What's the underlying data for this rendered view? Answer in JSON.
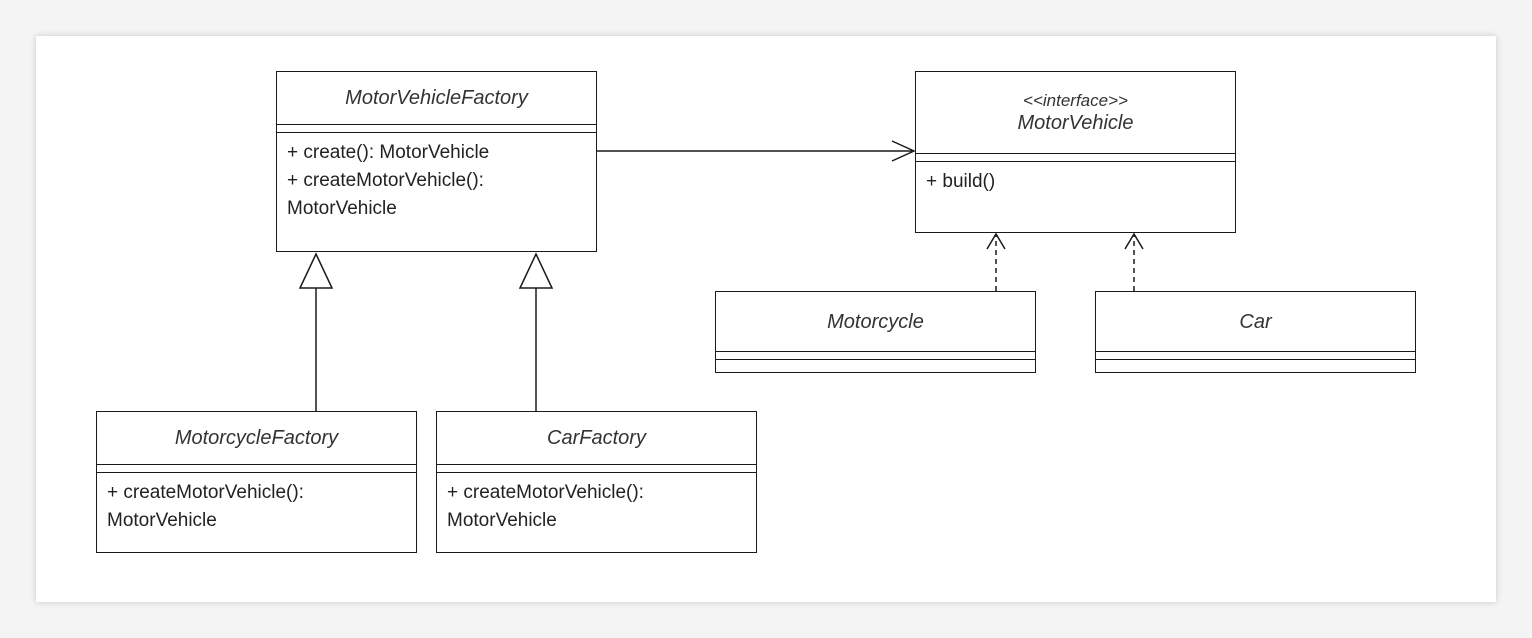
{
  "colors": {
    "background": "#f4f4f4",
    "canvas": "#ffffff",
    "stroke": "#1a1a1a",
    "text": "#222222"
  },
  "classes": {
    "motor_vehicle_factory": {
      "name": "MotorVehicleFactory",
      "operations": [
        "+ create(): MotorVehicle",
        "+ createMotorVehicle():",
        "MotorVehicle"
      ]
    },
    "motor_vehicle": {
      "stereotype": "<<interface>>",
      "name": "MotorVehicle",
      "operations": [
        "+ build()"
      ]
    },
    "motorcycle_factory": {
      "name": "MotorcycleFactory",
      "operations": [
        "+ createMotorVehicle():",
        "MotorVehicle"
      ]
    },
    "car_factory": {
      "name": "CarFactory",
      "operations": [
        "+ createMotorVehicle():",
        "MotorVehicle"
      ]
    },
    "motorcycle": {
      "name": "Motorcycle"
    },
    "car": {
      "name": "Car"
    }
  },
  "relations": [
    {
      "type": "association",
      "from": "MotorVehicleFactory",
      "to": "MotorVehicle"
    },
    {
      "type": "generalization",
      "from": "MotorcycleFactory",
      "to": "MotorVehicleFactory"
    },
    {
      "type": "generalization",
      "from": "CarFactory",
      "to": "MotorVehicleFactory"
    },
    {
      "type": "realization",
      "from": "Motorcycle",
      "to": "MotorVehicle"
    },
    {
      "type": "realization",
      "from": "Car",
      "to": "MotorVehicle"
    }
  ]
}
